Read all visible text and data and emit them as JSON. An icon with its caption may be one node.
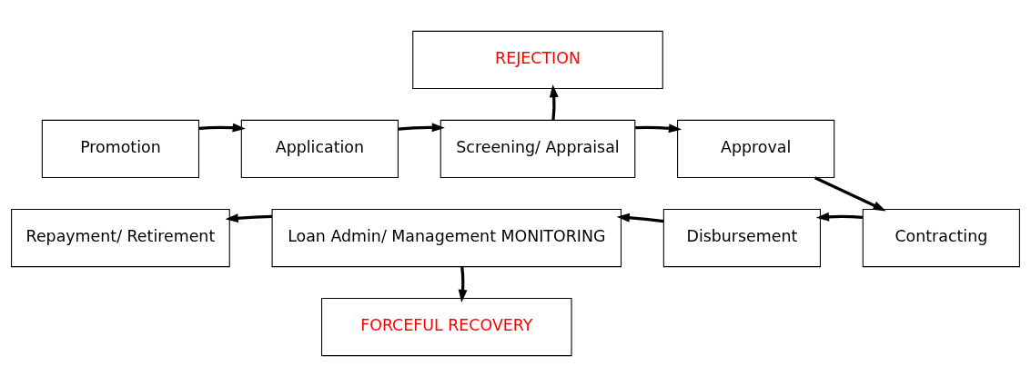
{
  "diagram": {
    "nodes": [
      {
        "text": [
          "REJECTION"
        ]
      },
      {
        "text": [
          "Promotion"
        ]
      },
      {
        "text": [
          "Application"
        ]
      },
      {
        "text": [
          "Screening/ Appraisal"
        ]
      },
      {
        "text": [
          "Approval"
        ]
      },
      {
        "text": [
          "Repayment/ Retirement"
        ]
      },
      {
        "text": [
          "Loan Admin/ Management MONITORING"
        ]
      },
      {
        "text": [
          "Disbursement"
        ]
      },
      {
        "text": [
          "Contracting"
        ]
      },
      {
        "text": [
          "FORCEFUL RECOVERY"
        ]
      }
    ],
    "edges": [
      {
        "from": 1,
        "to": 2,
        "arrow": "to"
      },
      {
        "from": 2,
        "to": 3,
        "arrow": "to"
      },
      {
        "from": 3,
        "to": 0,
        "arrow": "to"
      },
      {
        "from": 3,
        "to": 4,
        "arrow": "to"
      },
      {
        "from": 4,
        "to": 8,
        "arrow": "to"
      },
      {
        "from": 8,
        "to": 7,
        "arrow": "to"
      },
      {
        "from": 7,
        "to": 6,
        "arrow": "to"
      },
      {
        "from": 6,
        "to": 5,
        "arrow": "to"
      },
      {
        "from": 6,
        "to": 9,
        "arrow": "to"
      }
    ]
  }
}
